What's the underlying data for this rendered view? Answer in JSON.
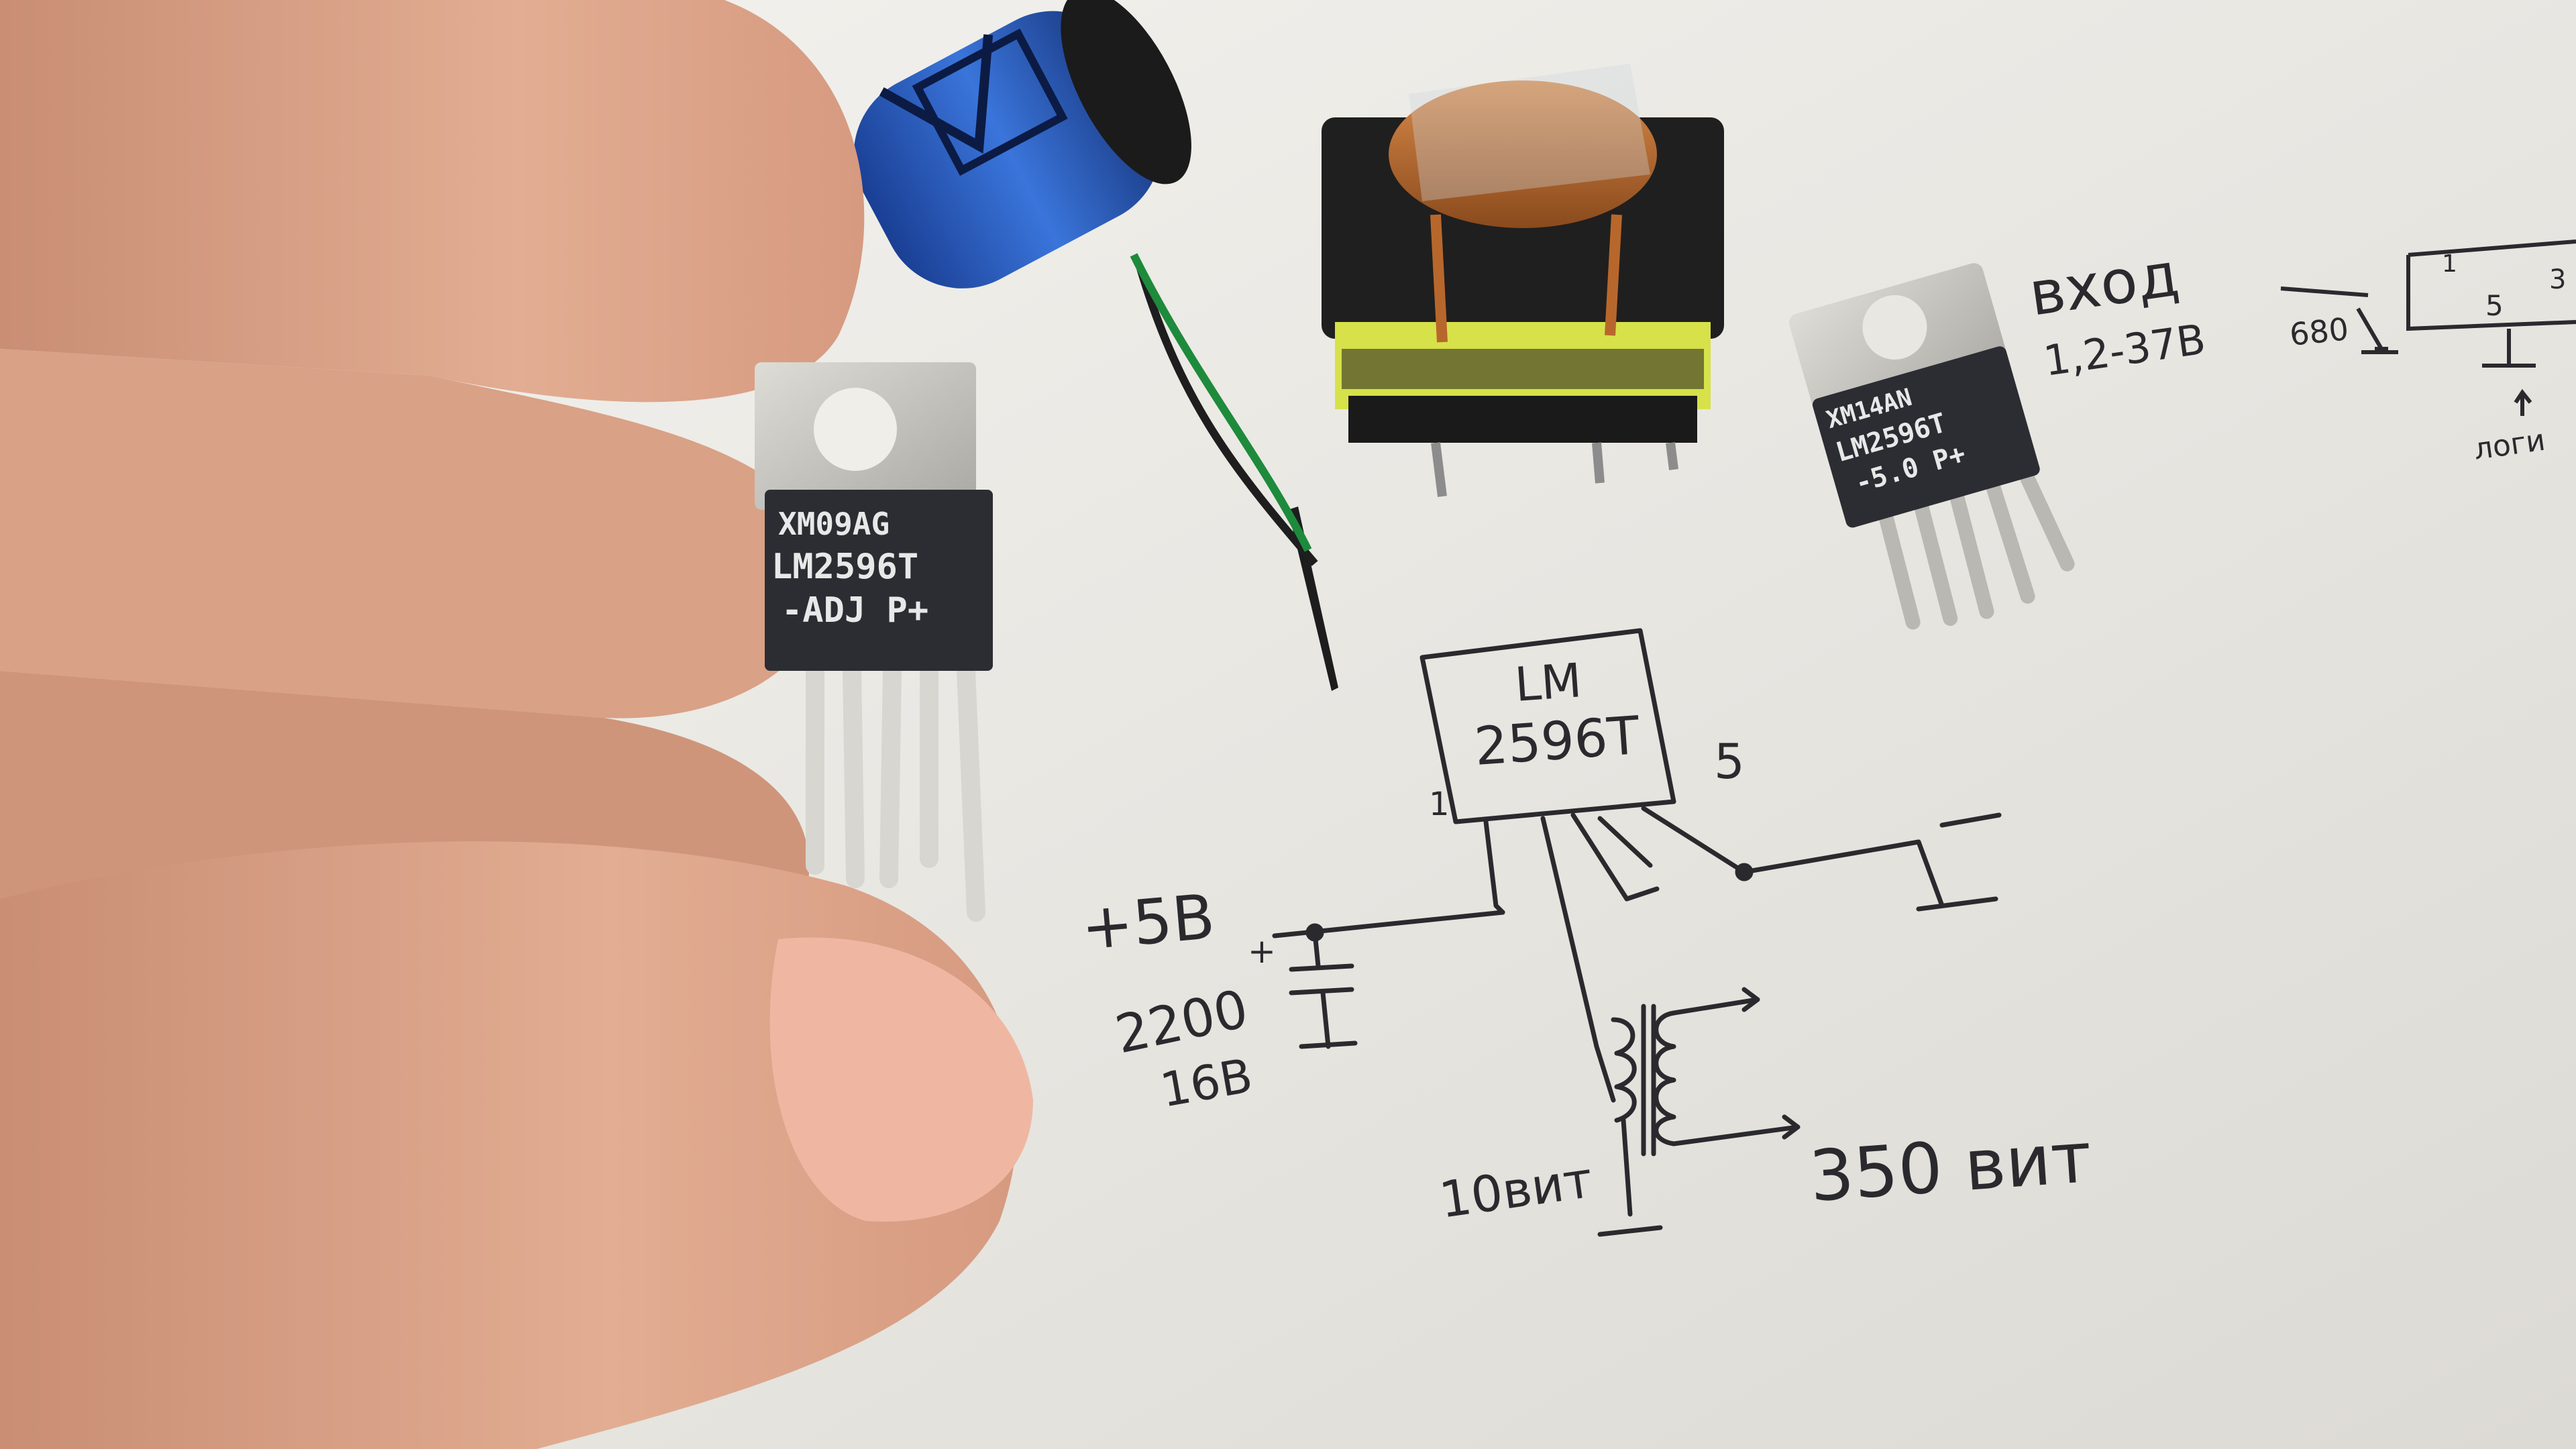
{
  "photo": {
    "subject": "LM2596T regulator build",
    "colors": {
      "paper": "#ecebe7",
      "ink": "#2a2a2e",
      "skin": "#e2ad92",
      "chip": "#2b2d33",
      "tab": "#c9c9c4",
      "capacitor": "#2f63c9",
      "copper": "#b8672c",
      "core_tape": "#d7e14a"
    }
  },
  "components": {
    "chip_in_hand": {
      "line1": "XM09AG",
      "line2": "LM2596T",
      "line3": "-ADJ P+"
    },
    "chip_on_paper": {
      "line1": "XM14AN",
      "line2": "LM2596T",
      "line3": "-5.0 P+"
    },
    "capacitor": {
      "label": "electrolytic-capacitor"
    },
    "transformer": {
      "label": "ferrite-transformer"
    }
  },
  "schematic": {
    "ic_line1": "LM",
    "ic_line2": "2596T",
    "pin1": "1",
    "pin5": "5",
    "input_voltage": "+5В",
    "cap_plus": "+",
    "cap_value": "2200",
    "cap_voltage": "16В",
    "primary_turns": "10вит",
    "secondary_turns": "350 вит"
  },
  "corner_notes": {
    "heading": "вход",
    "range": "1,2-37В",
    "resistor": "680",
    "pin5": "5",
    "pin1": "1",
    "pin_right": "3",
    "bottom_word": "логи"
  }
}
